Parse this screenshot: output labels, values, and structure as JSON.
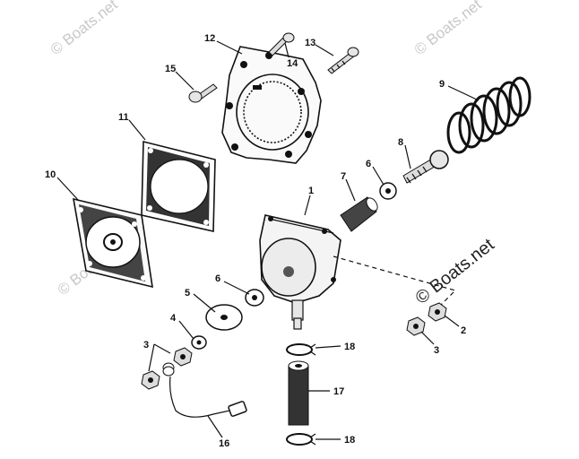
{
  "watermark": {
    "text": "© Boats.net",
    "main_text": "© Boats.net"
  },
  "callouts": [
    "1",
    "2",
    "3",
    "3",
    "4",
    "5",
    "6",
    "6",
    "7",
    "8",
    "9",
    "10",
    "11",
    "12",
    "13",
    "14",
    "15",
    "16",
    "17",
    "18",
    "18"
  ]
}
